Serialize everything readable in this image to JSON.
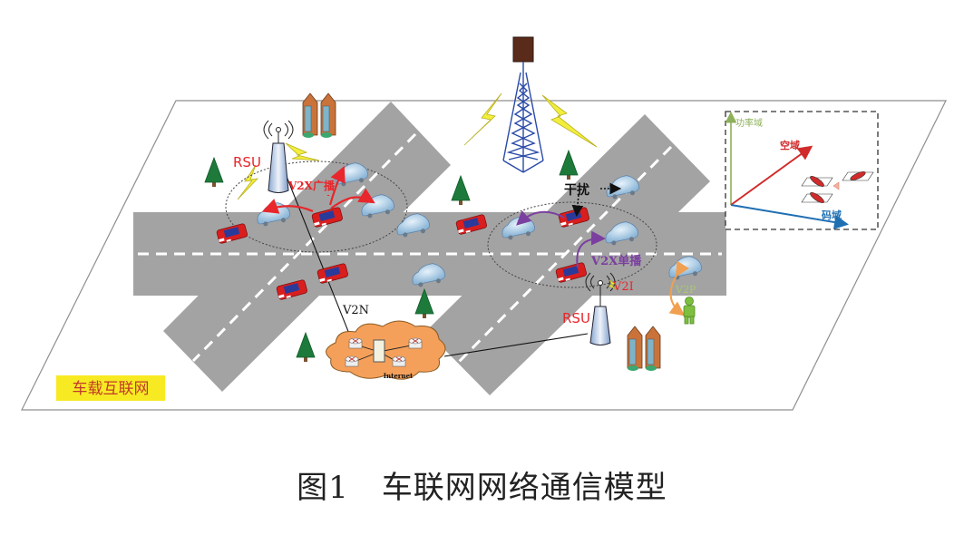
{
  "figure": {
    "caption_number": "图1",
    "caption_title": "车联网网络通信模型"
  },
  "scene": {
    "badge_label": "车载互联网",
    "rsu_labels": [
      "RSU",
      "RSU"
    ],
    "links": {
      "broadcast": "V2X广播",
      "unicast": "V2X单播",
      "v2n": "V2N",
      "v2i": "V2I",
      "v2p": "V2P",
      "interference": "干扰"
    },
    "cloud_label": "Internet",
    "colors": {
      "road": "#a3a3a3",
      "broadcast": "#e8262b",
      "unicast": "#7b3fa0",
      "v2p": "#f0a050",
      "v2p_text": "#a8c96a",
      "cloud": "#f5a05a",
      "badge_bg": "#f7ea22",
      "badge_text": "#c0392b",
      "tower": "#2a4aa8",
      "lightning": "#f2ee3c"
    }
  },
  "inset": {
    "axes": {
      "power": "功率域",
      "space": "空域",
      "code": "码域"
    },
    "colors": {
      "power": "#8db05a",
      "space": "#d12a2a",
      "code": "#1f6fb3"
    }
  }
}
